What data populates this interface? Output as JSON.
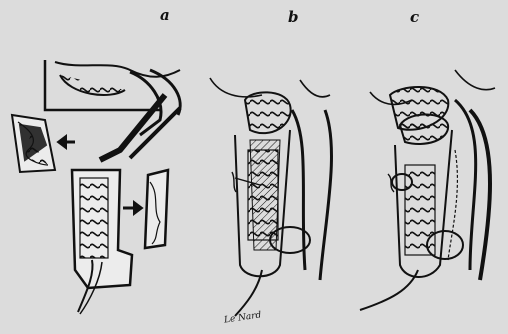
{
  "panels": [
    {
      "letter": "a"
    },
    {
      "letter": "b"
    },
    {
      "letter": "c"
    }
  ],
  "signature": "Le Nard",
  "colors": {
    "paper": "#dcdcdc",
    "ink": "#111111"
  }
}
